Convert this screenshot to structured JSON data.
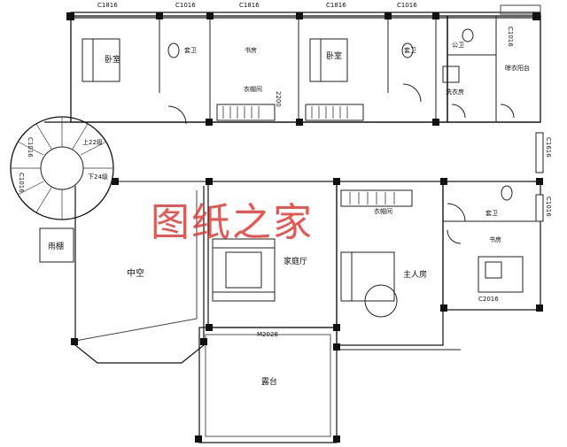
{
  "plan": {
    "windows": {
      "w1": "C1816",
      "w2": "C1016",
      "w3": "C1816",
      "w4": "C1816",
      "w5": "C1016",
      "w6": "C1016",
      "w7": "C1616",
      "w8": "C1016",
      "w9": "C2016",
      "w10": "C1016",
      "w11": "C1016"
    },
    "rooms": {
      "bedroom1": "卧室",
      "bath1": "套卫",
      "study1": "书房",
      "wardrobe1": "衣帽间",
      "bedroom2": "卧室",
      "bath2": "套卫",
      "public_bath": "公卫",
      "laundry": "洗衣房",
      "laundry_balcony": "晾衣阳台",
      "void": "中空",
      "canopy": "雨棚",
      "family_hall": "家庭厅",
      "master_bedroom": "主人房",
      "wardrobe2": "衣帽间",
      "bath3": "套卫",
      "study2": "书房",
      "terrace": "露台"
    },
    "notes": {
      "dim_2200": "2200",
      "stair_up": "上22级",
      "stair_down": "下24级",
      "door_m2028": "M2028"
    },
    "watermark": "图纸之家"
  }
}
